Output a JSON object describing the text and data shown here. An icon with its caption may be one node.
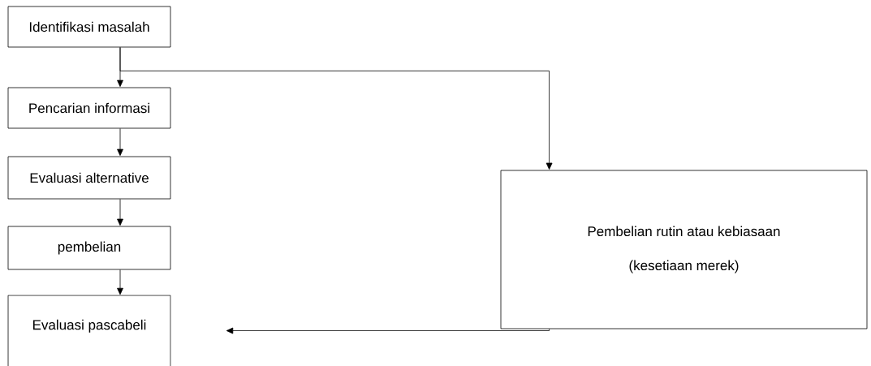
{
  "diagram": {
    "nodes": [
      {
        "text": [
          "Identifikasi masalah"
        ]
      },
      {
        "text": [
          "Pencarian informasi"
        ]
      },
      {
        "text": [
          "Evaluasi alternative"
        ]
      },
      {
        "text": [
          "pembelian"
        ]
      },
      {
        "text": [
          "Evaluasi pascabeli"
        ]
      },
      {
        "text": [
          "Pembelian rutin atau kebiasaan",
          "(kesetiaan merek)"
        ]
      }
    ],
    "edges": [
      {
        "from": 0,
        "to": 1,
        "arrow": "to"
      },
      {
        "from": 1,
        "to": 2,
        "arrow": "to"
      },
      {
        "from": 2,
        "to": 3,
        "arrow": "to"
      },
      {
        "from": 3,
        "to": 4,
        "arrow": "to"
      },
      {
        "from": 0,
        "to": 5,
        "arrow": "to"
      },
      {
        "from": 5,
        "to": 4,
        "arrow": "to"
      }
    ]
  }
}
